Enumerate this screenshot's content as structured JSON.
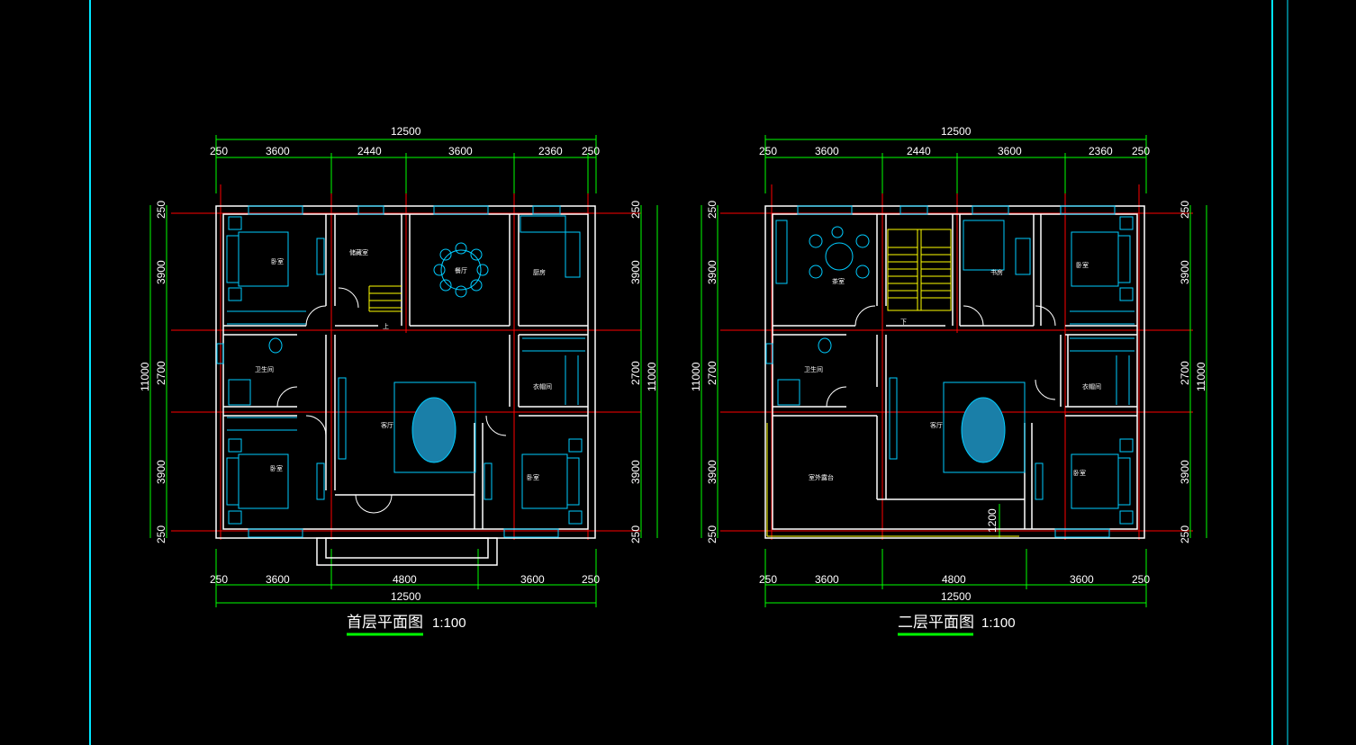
{
  "drawing": {
    "colors": {
      "background": "#000000",
      "dimension": "#00ff00",
      "axis": "#ff0000",
      "wall": "#ffffff",
      "fixture": "#00ccff",
      "frame": "#00e5ff",
      "stair": "#ffff00",
      "fill": "#1a7fa8"
    },
    "plans": [
      {
        "title": "首层平面图",
        "scale": "1:100",
        "top_total": "12500",
        "top_segments": [
          "250",
          "3600",
          "2440",
          "3600",
          "2360",
          "250"
        ],
        "bottom_total": "12500",
        "bottom_segments": [
          "250",
          "3600",
          "4800",
          "3600",
          "250"
        ],
        "side_segments": [
          "250",
          "3900",
          "2700",
          "3900",
          "250"
        ],
        "side_total": "11000",
        "rooms": {
          "bed1": "卧室",
          "storage": "储藏室",
          "dining": "餐厅",
          "kitchen": "厨房",
          "bath": "卫生间",
          "stair_up": "上",
          "closet": "衣帽间",
          "living": "客厅",
          "bed2": "卧室",
          "bed3": "卧室"
        }
      },
      {
        "title": "二层平面图",
        "scale": "1:100",
        "top_total": "12500",
        "top_segments": [
          "250",
          "3600",
          "2440",
          "3600",
          "2360",
          "250"
        ],
        "bottom_total": "12500",
        "bottom_segments": [
          "250",
          "3600",
          "4800",
          "3600",
          "250"
        ],
        "side_segments": [
          "250",
          "3900",
          "2700",
          "3900",
          "250"
        ],
        "side_total": "11000",
        "balcony_depth": "1200",
        "rooms": {
          "tea": "茶室",
          "stair_down": "下",
          "study": "书房",
          "bed1": "卧室",
          "bath": "卫生间",
          "living": "客厅",
          "closet": "衣帽间",
          "terrace": "室外露台",
          "bed2": "卧室"
        }
      }
    ]
  }
}
